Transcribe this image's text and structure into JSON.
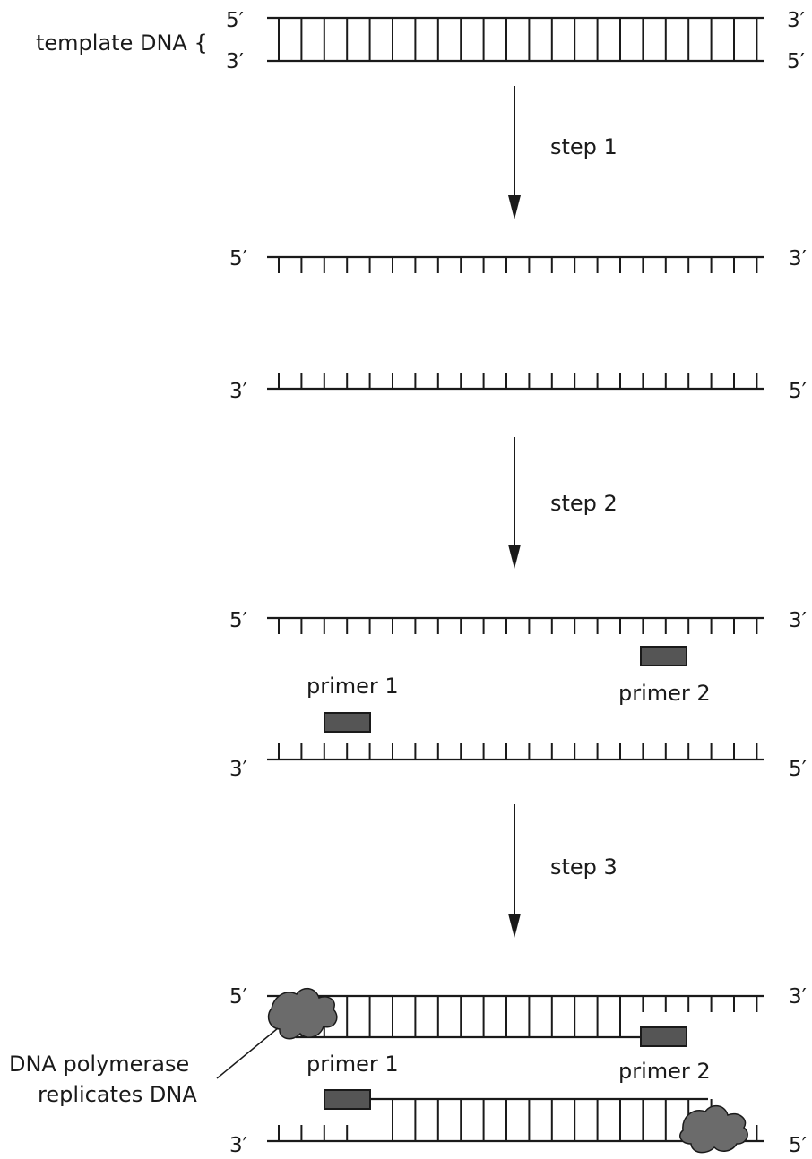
{
  "template_label": "template DNA {",
  "ends": {
    "five": "5′",
    "three": "3′"
  },
  "steps": [
    {
      "label": "step 1"
    },
    {
      "label": "step 2"
    },
    {
      "label": "step 3"
    }
  ],
  "primers": {
    "primer1": "primer 1",
    "primer2": "primer 2"
  },
  "polymerase_label": [
    "DNA polymerase",
    "replicates DNA"
  ]
}
